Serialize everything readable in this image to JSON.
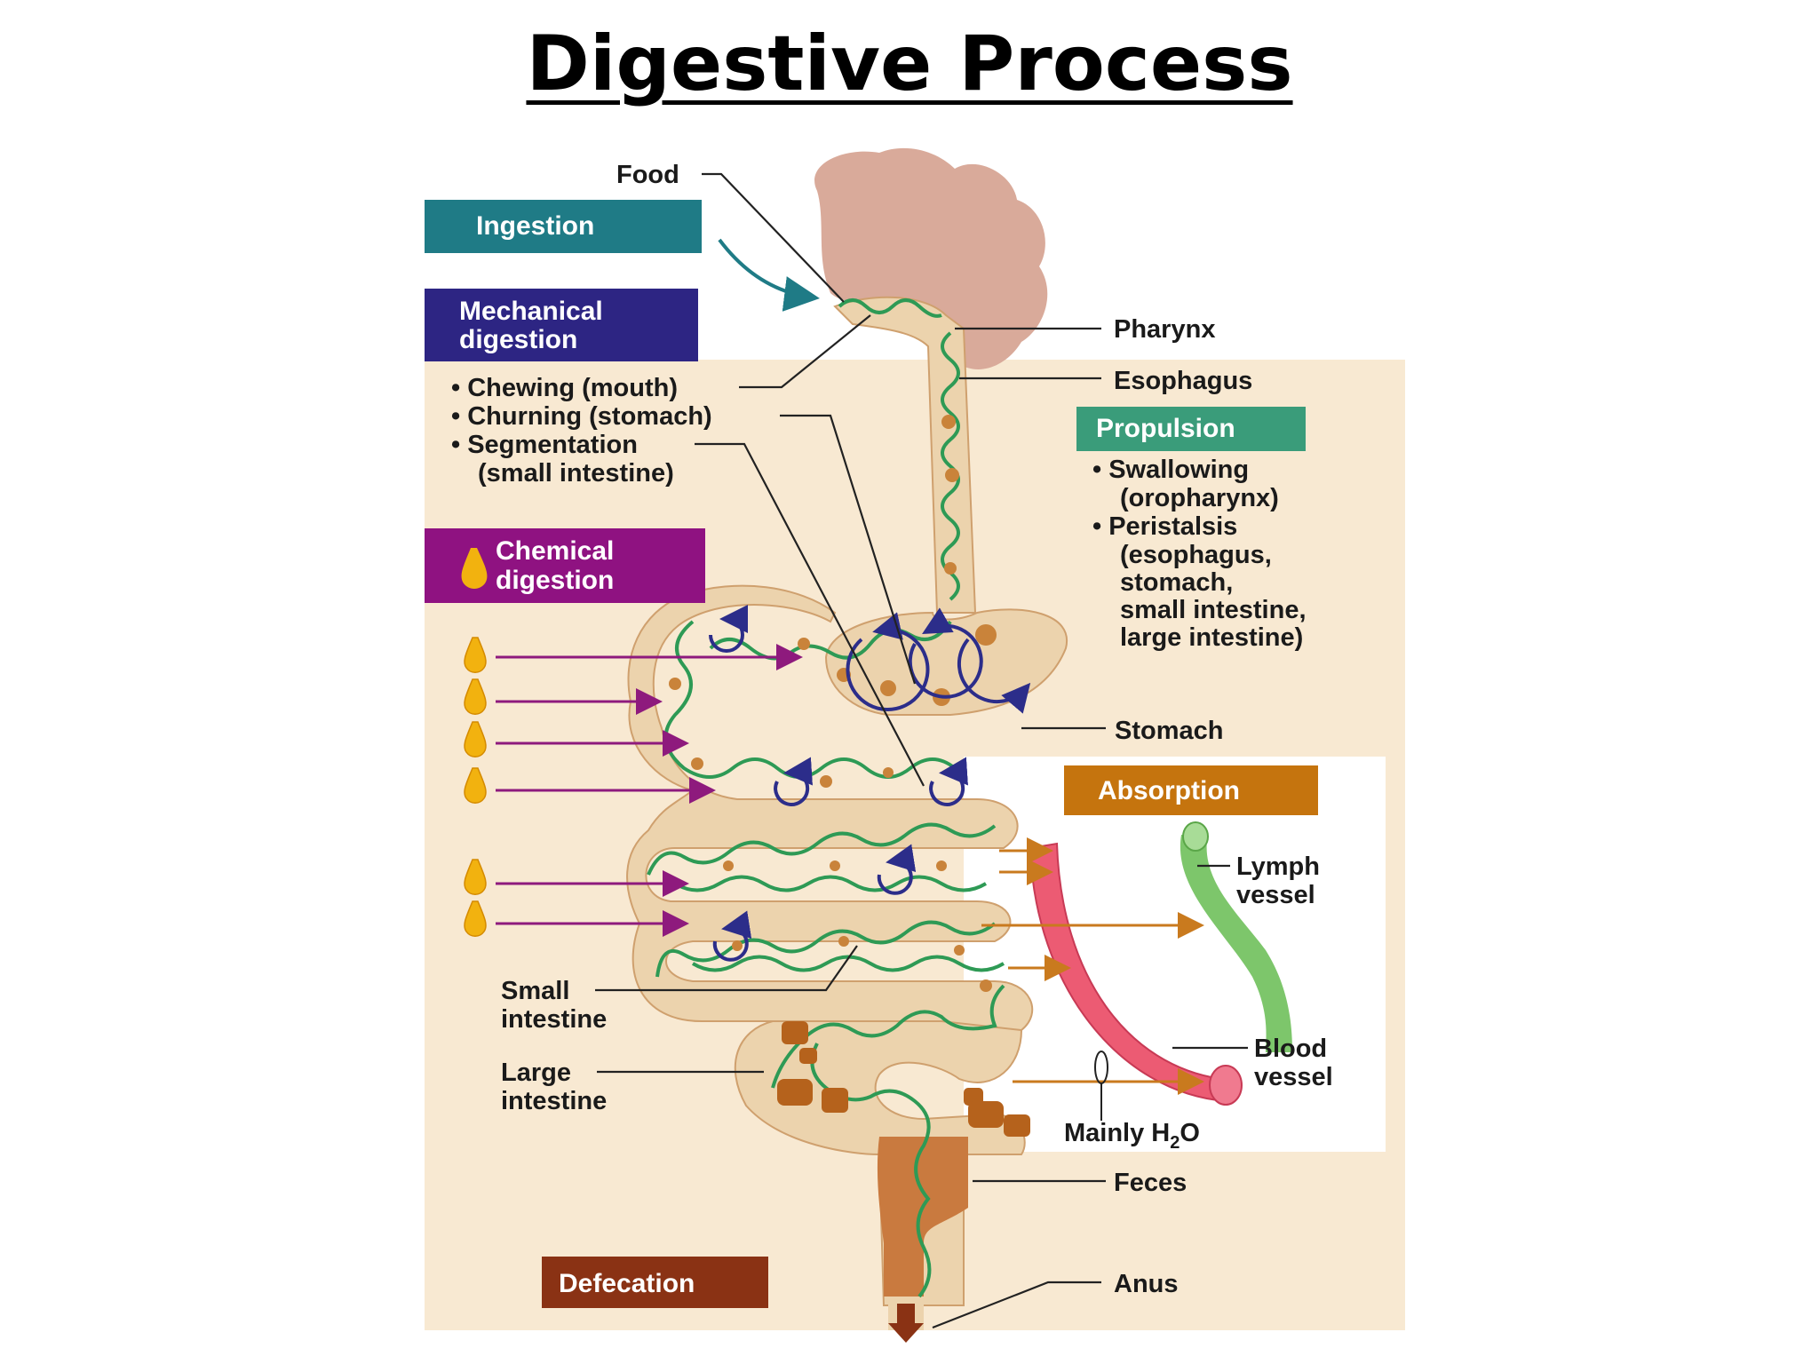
{
  "title": "Digestive Process",
  "colors": {
    "panel": "#f8e9d2",
    "tract": "#ecd3ad",
    "tract_edge": "#cfa06e",
    "head": "#d9aa9a",
    "mucosa": "#2e9a55",
    "eddy": "#2c2d8a",
    "enzyme_arrow": "#8e1a7d",
    "absorb_arrow": "#c97a1e",
    "ingestion": "#1f7b86",
    "mechanical": "#2d2583",
    "chemical": "#8f1281",
    "propulsion": "#3a9c7a",
    "absorption": "#c5740e",
    "defecation": "#8a3214",
    "blood": "#ec5b73",
    "lymph": "#7dc66b",
    "feces": "#c97a3f"
  },
  "boxes": {
    "ingestion": "Ingestion",
    "mechanical": [
      "Mechanical",
      "digestion"
    ],
    "chemical": [
      "Chemical",
      "digestion"
    ],
    "propulsion": "Propulsion",
    "absorption": "Absorption",
    "defecation": "Defecation"
  },
  "labels": {
    "food": "Food",
    "pharynx": "Pharynx",
    "esophagus": "Esophagus",
    "stomach": "Stomach",
    "small_intestine": [
      "Small",
      "intestine"
    ],
    "large_intestine": [
      "Large",
      "intestine"
    ],
    "lymph_vessel": [
      "Lymph",
      "vessel"
    ],
    "blood_vessel": [
      "Blood",
      "vessel"
    ],
    "mainly_h2o": "Mainly H",
    "h2o_sub": "2",
    "h2o_end": "O",
    "feces": "Feces",
    "anus": "Anus"
  },
  "mechanical_list": [
    "• Chewing (mouth)",
    "• Churning (stomach)",
    "• Segmentation",
    "(small intestine)"
  ],
  "propulsion_list": [
    "• Swallowing",
    "(oropharynx)",
    "• Peristalsis",
    "(esophagus,",
    "stomach,",
    "small intestine,",
    "large intestine)"
  ]
}
